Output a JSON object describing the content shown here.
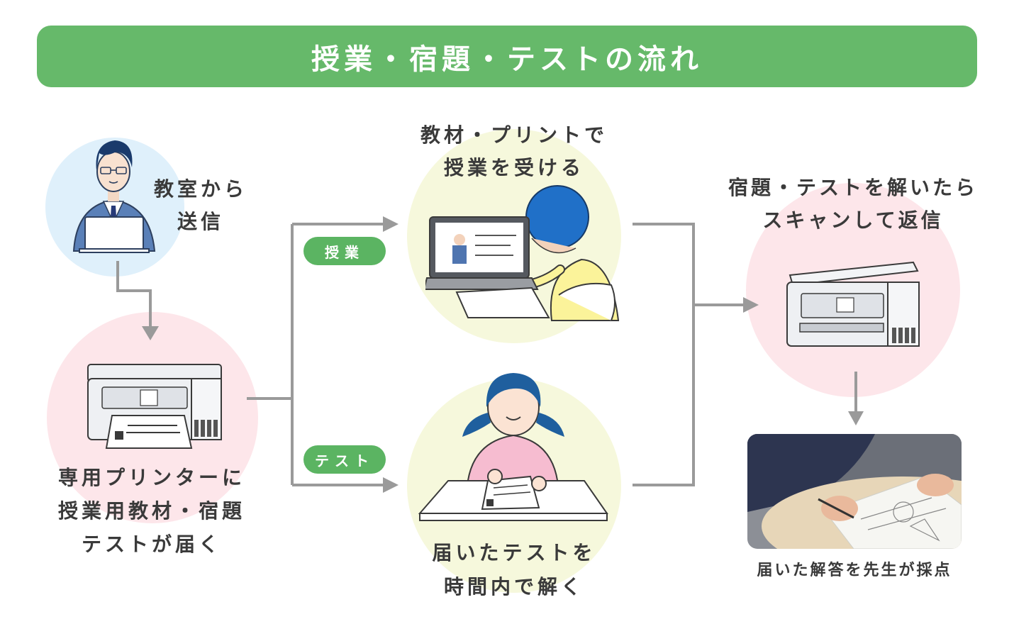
{
  "banner": {
    "title": "授業・宿題・テストの流れ"
  },
  "steps": {
    "send": {
      "line1": "教室から",
      "line2": "送信"
    },
    "deliver": {
      "line1": "専用プリンターに",
      "line2": "授業用教材・宿題",
      "line3": "テストが届く"
    },
    "lesson": {
      "line1": "教材・プリントで",
      "line2": "授業を受ける"
    },
    "test": {
      "line1": "届いたテストを",
      "line2": "時間内で解く"
    },
    "return": {
      "line1": "宿題・テストを解いたら",
      "line2": "スキャンして返信"
    },
    "grade": {
      "line1": "届いた解答を先生が採点"
    }
  },
  "badges": {
    "lesson": "授業",
    "test": "テスト"
  },
  "colors": {
    "banner": "#66b96a",
    "badge": "#5bb462",
    "arrow": "#9a9a9a",
    "circle_blue": "#dff0fb",
    "circle_pink": "#fde6ea",
    "circle_yellow": "#f6f8dc"
  }
}
